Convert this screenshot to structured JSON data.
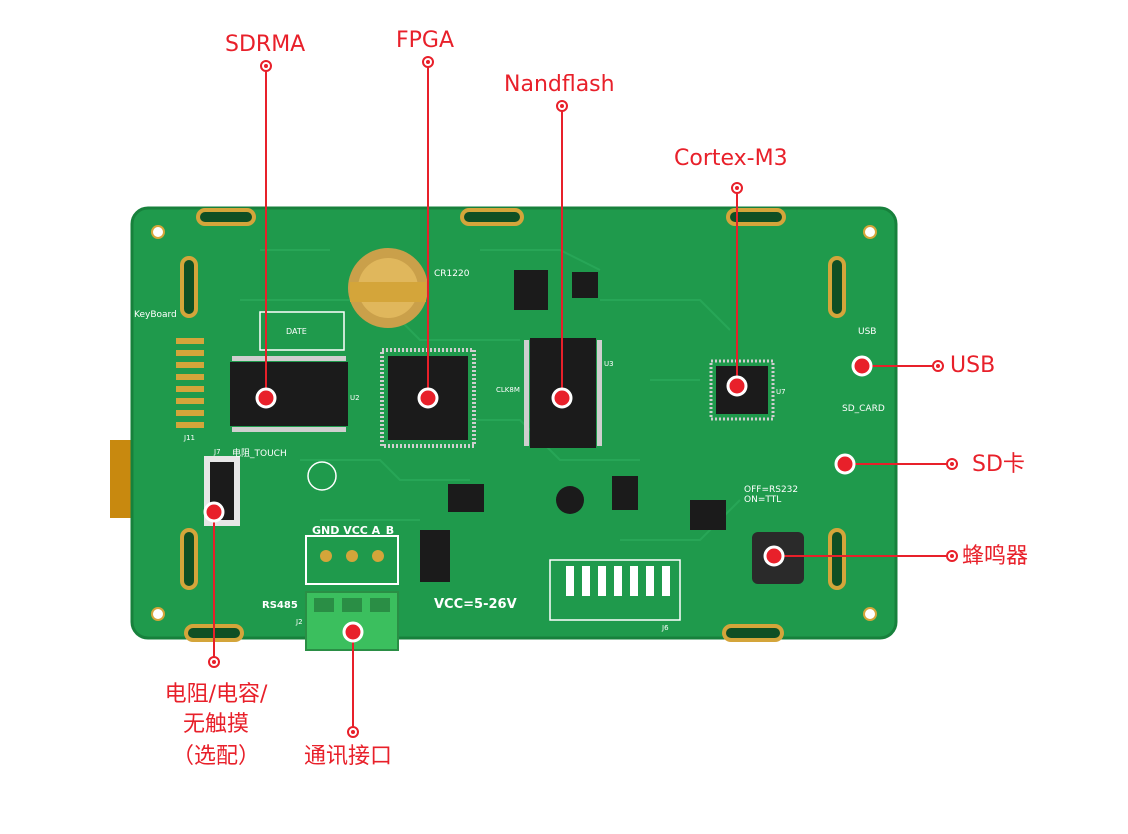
{
  "labels": {
    "sdram": "SDRMA",
    "fpga": "FPGA",
    "nandflash": "Nandflash",
    "cortex": "Cortex-M3",
    "usb": "USB",
    "sdcard": "SD卡",
    "buzzer": "蜂鸣器",
    "touch_line1": "电阻/电容/",
    "touch_line2": "无触摸",
    "touch_line3": "（选配）",
    "comm": "通讯接口"
  },
  "silkscreen": {
    "keyboard": "KeyBoard",
    "cr1220": "CR1220",
    "date": "DATE",
    "touch": "电阻_TOUCH",
    "gnd_vcc": "GND VCC A_B",
    "rs485": "RS485",
    "vcc_range": "VCC=5-26V",
    "usb": "USB",
    "sd_card": "SD_CARD",
    "off_rs232": "OFF=RS232",
    "on_ttl": "ON=TTL",
    "clk": "CLK8M",
    "u2": "U2",
    "u3": "U3",
    "u7": "U7",
    "j7": "J7",
    "j11": "J11",
    "j6": "J6",
    "j2": "J2"
  },
  "colors": {
    "label": "#e8202a",
    "pcb": "#1f9a4c",
    "pcb_edge": "#17813c",
    "chip": "#1b1b1b",
    "gold": "#d4a53a",
    "terminal": "#3bbf5e"
  }
}
